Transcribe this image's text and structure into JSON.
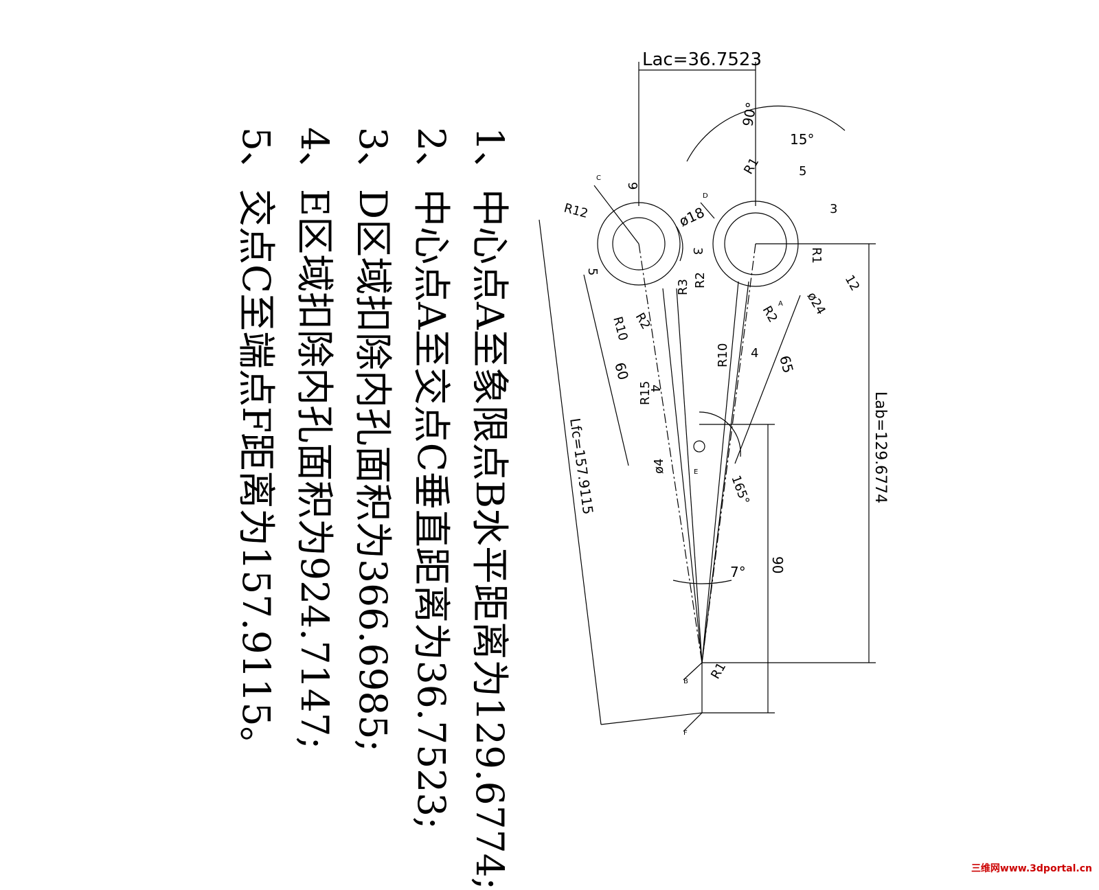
{
  "notes": [
    "1、中心点A至象限点B水平距离为129.6774;",
    "2、中心点A至交点C垂直距离为36.7523;",
    "3、D区域扣除内孔面积为366.6985;",
    "4、E区域扣除内孔面积为924.7147;",
    "5、交点C至端点F距离为157.9115。"
  ],
  "dims": {
    "lac": "Lac=36.7523",
    "lab": "Lab=129.6774",
    "lfc": "Lfc=157.9115",
    "d90": "90",
    "a90": "90°",
    "a15": "15°",
    "a7": "7°",
    "a165": "165°",
    "d5a": "5",
    "d5b": "5",
    "d3a": "3",
    "d3b": "3",
    "d4a": "4",
    "d4b": "4",
    "d12": "12",
    "d60": "60",
    "d65": "65",
    "d9": "9",
    "r1a": "R1",
    "r1b": "R1",
    "r1c": "R1",
    "r2a": "R2",
    "r2b": "R2",
    "r2c": "R2",
    "r3": "R3",
    "r10a": "R10",
    "r10b": "R10",
    "r12": "R12",
    "r15": "R15",
    "phi18": "ø18",
    "phi24": "ø24",
    "phi4": "ø4"
  },
  "points": {
    "a": "A",
    "b": "B",
    "c": "C",
    "d": "D",
    "e": "E",
    "f": "F"
  },
  "watermark": "三维网www.3dportal.cn"
}
